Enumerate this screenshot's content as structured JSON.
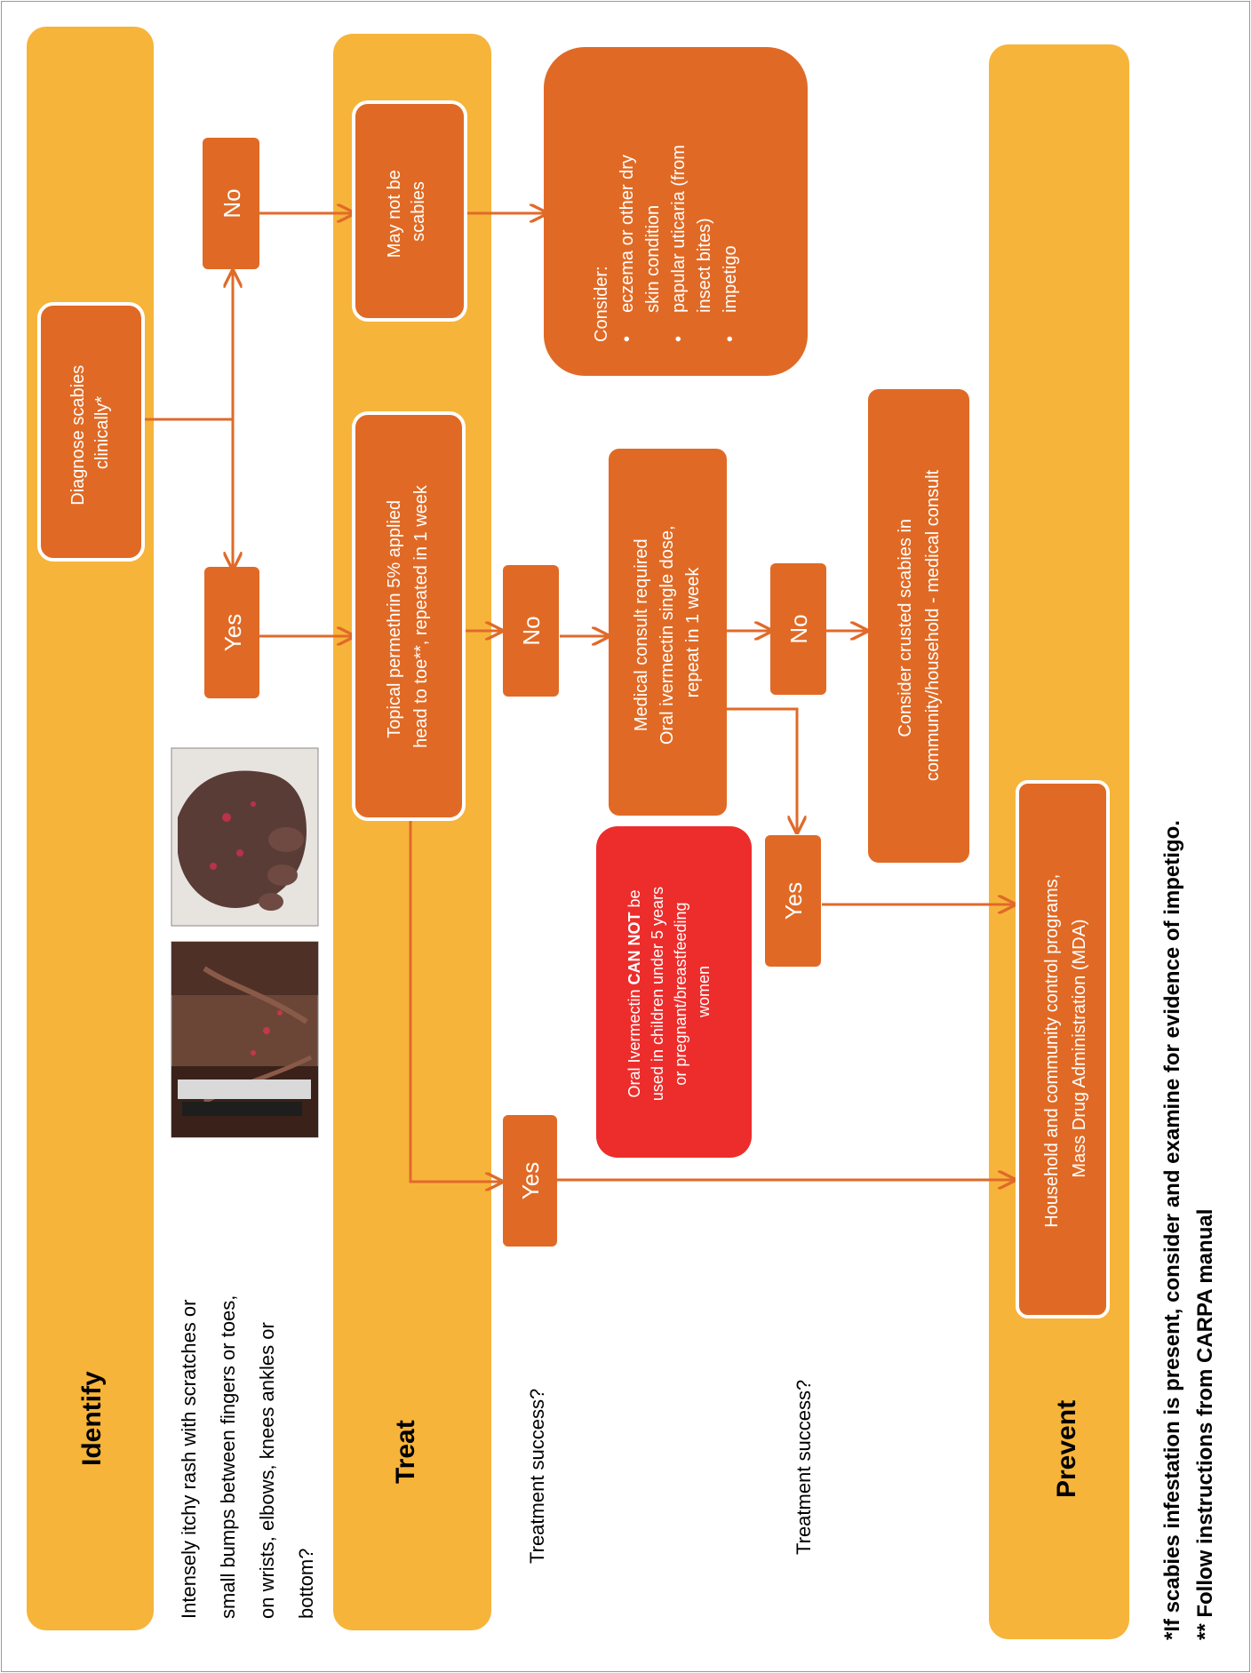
{
  "colors": {
    "lane": "#f7b43a",
    "box": "#e06a25",
    "warning": "#ec2d2b",
    "arrow": "#e06a2a"
  },
  "lanes": {
    "identify": "Identify",
    "treat": "Treat",
    "prevent": "Prevent"
  },
  "identify": {
    "question_lines": [
      "Intensely itchy rash with scratches or",
      "small bumps between fingers or toes,",
      "on wrists, elbows, knees ankles or",
      "bottom?"
    ],
    "photos": [
      "photo-hand-with-ruler",
      "photo-foot-toes"
    ],
    "diagnose_lines": [
      "Diagnose scabies",
      "clinically*"
    ]
  },
  "decisions": {
    "yes": "Yes",
    "no": "No"
  },
  "treat": {
    "may_not_be_lines": [
      "May not be",
      "scabies"
    ],
    "consider_lines": [
      "Consider:",
      "eczema or other dry",
      "skin condition",
      "papular uticaria (from",
      "insect bites)",
      "impetigo"
    ],
    "permethrin_lines": [
      "Topical permethrin 5% applied",
      "head to toe**, repeated in 1 week"
    ],
    "success_question": "Treatment success?",
    "ivermectin_lines": [
      "Medical consult required",
      "Oral ivermectin single dose,",
      "repeat in 1 week"
    ],
    "warning": {
      "line1_pre": "Oral Ivermectin ",
      "line1_bold": "CAN NOT",
      "line1_post": " be",
      "line2": "used in children under 5 years",
      "line3": "or pregnant/breastfeeding",
      "line4": "women"
    },
    "success_question_2": "Treatment success?",
    "crusted_lines": [
      "Consider crusted scabies in",
      "community/household - medical consult"
    ]
  },
  "prevent": {
    "program_lines": [
      "Household and community control programs,",
      "Mass Drug Administration (MDA)"
    ]
  },
  "footnotes": [
    "*If scabies infestation is present, consider and examine for evidence of impetigo.",
    "** Follow instructions from CARPA manual"
  ]
}
